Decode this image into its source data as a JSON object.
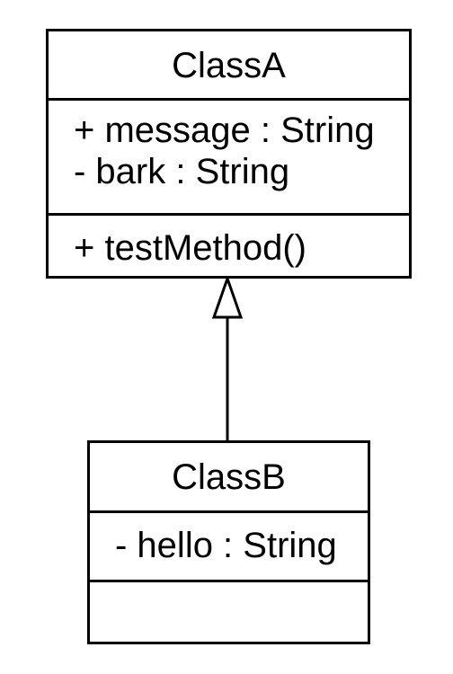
{
  "diagram": {
    "type": "uml-class-diagram",
    "classes": [
      {
        "name": "ClassA",
        "attributes": [
          "+ message : String",
          "- bark : String"
        ],
        "methods": [
          "+ testMethod()"
        ]
      },
      {
        "name": "ClassB",
        "attributes": [
          "- hello : String"
        ],
        "methods": []
      }
    ],
    "relationships": [
      {
        "type": "generalization",
        "from": "ClassB",
        "to": "ClassA"
      }
    ],
    "stroke_color": "#000000",
    "background_color": "#ffffff"
  }
}
